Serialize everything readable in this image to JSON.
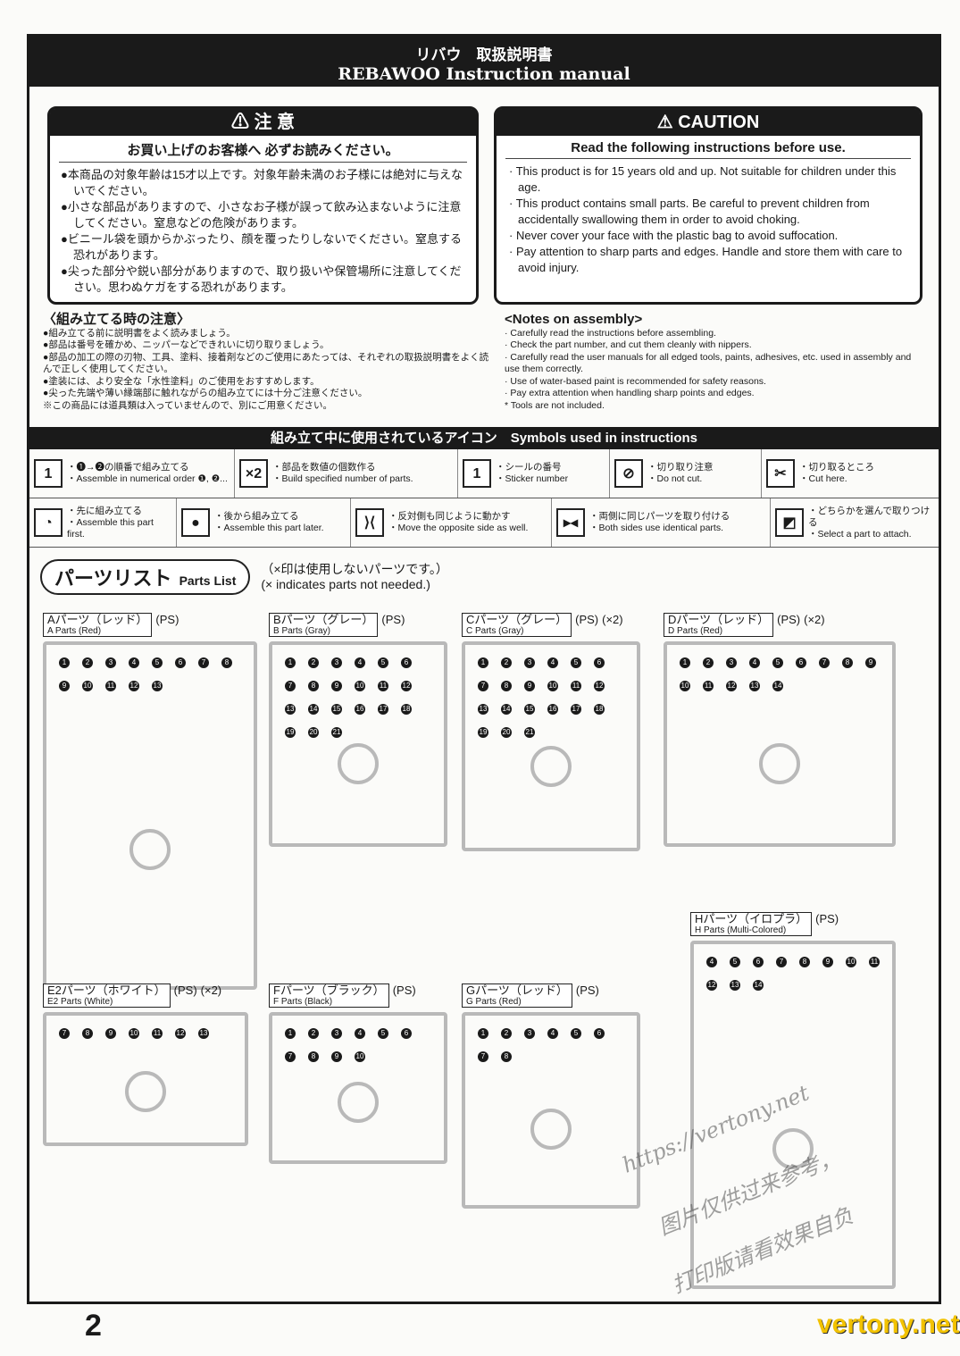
{
  "header": {
    "title_jp": "リバウ　取扱説明書",
    "title_en": "REBAWOO Instruction manual"
  },
  "caution_jp": {
    "title": "⚠ 注 意",
    "subtitle": "お買い上げのお客様へ 必ずお読みください。",
    "items": [
      "本商品の対象年齢は15才以上です。対象年齢未満のお子様には絶対に与えないでください。",
      "小さな部品がありますので、小さなお子様が誤って飲み込まないように注意してください。窒息などの危険があります。",
      "ビニール袋を頭からかぶったり、顔を覆ったりしないでください。窒息する恐れがあります。",
      "尖った部分や鋭い部分がありますので、取り扱いや保管場所に注意してください。思わぬケガをする恐れがあります。"
    ]
  },
  "caution_en": {
    "title": "⚠ CAUTION",
    "subtitle": "Read the following instructions before use.",
    "items": [
      "This product is for 15 years old and up. Not suitable for children under this age.",
      "This product contains small parts. Be careful to prevent children from accidentally swallowing them in order to avoid choking.",
      "Never cover your face with the plastic bag to avoid suffocation.",
      "Pay attention to sharp parts and edges. Handle and store them with care to avoid injury."
    ]
  },
  "notes_jp": {
    "title": "〈組み立てる時の注意〉",
    "items": [
      "●組み立てる前に説明書をよく読みましょう。",
      "●部品は番号を確かめ、ニッパーなどできれいに切り取りましょう。",
      "●部品の加工の際の刃物、工具、塗料、接着剤などのご使用にあたっては、それぞれの取扱説明書をよく読んで正しく使用してください。",
      "●塗装には、より安全な「水性塗料」のご使用をおすすめします。",
      "●尖った先端や薄い縁端部に触れながらの組み立てには十分ご注意ください。",
      "※この商品には道具類は入っていませんので、別にご用意ください。"
    ]
  },
  "notes_en": {
    "title": "<Notes on assembly>",
    "items": [
      "· Carefully read the instructions before assembling.",
      "· Check the part number, and cut them cleanly with nippers.",
      "· Carefully read the user manuals for all edged tools, paints, adhesives, etc. used in assembly and use them correctly.",
      "· Use of water-based paint is recommended for safety reasons.",
      "· Pay extra attention when handling sharp points and edges.",
      "* Tools are not included."
    ]
  },
  "symbols": {
    "title": "組み立て中に使用されているアイコン　Symbols used in instructions",
    "row1": [
      {
        "icon": "numbered-diamond-icon",
        "glyph": "1",
        "jp": "・❶→❷の順番で組み立てる",
        "en": "・Assemble in numerical order ❶, ❷..."
      },
      {
        "icon": "multiply-icon",
        "glyph": "×2",
        "jp": "・部品を数値の個数作る",
        "en": "・Build specified number of parts."
      },
      {
        "icon": "sticker-icon",
        "glyph": "1",
        "jp": "・シールの番号",
        "en": "・Sticker number"
      },
      {
        "icon": "do-not-cut-icon",
        "glyph": "⊘",
        "jp": "・切り取り注意",
        "en": "・Do not cut."
      },
      {
        "icon": "nipper-icon",
        "glyph": "✂",
        "jp": "・切り取るところ",
        "en": "・Cut here."
      }
    ],
    "row2": [
      {
        "icon": "assemble-first-icon",
        "glyph": "◔",
        "jp": "・先に組み立てる",
        "en": "・Assemble this part first."
      },
      {
        "icon": "assemble-later-icon",
        "glyph": "●",
        "jp": "・後から組み立てる",
        "en": "・Assemble this part later."
      },
      {
        "icon": "mirror-move-icon",
        "glyph": "⟩⟨",
        "jp": "・反対側も同じように動かす",
        "en": "・Move the opposite side as well."
      },
      {
        "icon": "both-sides-icon",
        "glyph": "▸◂",
        "jp": "・両側に同じパーツを取り付ける",
        "en": "・Both sides use identical parts."
      },
      {
        "icon": "select-part-icon",
        "glyph": "◩",
        "jp": "・どちらかを選んで取りつける",
        "en": "・Select a part to attach."
      }
    ]
  },
  "parts_list": {
    "title_jp": "パーツリスト",
    "title_en": "Parts List",
    "note_jp": "（×印は使用しないパーツです。）",
    "note_en": "(× indicates parts not needed.)",
    "sprues": [
      {
        "jp": "Aパーツ（レッド）",
        "en": "A Parts (Red)",
        "mat": "(PS)",
        "qty": "",
        "numbers": [
          "1",
          "2",
          "3",
          "4",
          "5",
          "6",
          "7",
          "8",
          "9",
          "10",
          "11",
          "12",
          "13"
        ]
      },
      {
        "jp": "Bパーツ（グレー）",
        "en": "B Parts (Gray)",
        "mat": "(PS)",
        "qty": "",
        "numbers": [
          "1",
          "2",
          "3",
          "4",
          "5",
          "6",
          "7",
          "8",
          "9",
          "10",
          "11",
          "12",
          "13",
          "14",
          "15",
          "16",
          "17",
          "18",
          "19",
          "20",
          "21"
        ]
      },
      {
        "jp": "Cパーツ（グレー）",
        "en": "C Parts (Gray)",
        "mat": "(PS)",
        "qty": "(×2)",
        "numbers": [
          "1",
          "2",
          "3",
          "4",
          "5",
          "6",
          "7",
          "8",
          "9",
          "10",
          "11",
          "12",
          "13",
          "14",
          "15",
          "16",
          "17",
          "18",
          "19",
          "20",
          "21"
        ]
      },
      {
        "jp": "Dパーツ（レッド）",
        "en": "D Parts (Red)",
        "mat": "(PS)",
        "qty": "(×2)",
        "numbers": [
          "1",
          "2",
          "3",
          "4",
          "5",
          "6",
          "7",
          "8",
          "9",
          "10",
          "11",
          "12",
          "13",
          "14"
        ]
      },
      {
        "jp": "E2パーツ（ホワイト）",
        "en": "E2 Parts (White)",
        "mat": "(PS)",
        "qty": "(×2)",
        "numbers": [
          "7",
          "8",
          "9",
          "10",
          "11",
          "12",
          "13"
        ]
      },
      {
        "jp": "Fパーツ（ブラック）",
        "en": "F Parts (Black)",
        "mat": "(PS)",
        "qty": "",
        "numbers": [
          "1",
          "2",
          "3",
          "4",
          "5",
          "6",
          "7",
          "8",
          "9",
          "10"
        ]
      },
      {
        "jp": "Gパーツ（レッド）",
        "en": "G Parts (Red)",
        "mat": "(PS)",
        "qty": "",
        "numbers": [
          "1",
          "2",
          "3",
          "4",
          "5",
          "6",
          "7",
          "8"
        ]
      },
      {
        "jp": "Hパーツ（イロプラ）",
        "en": "H Parts (Multi-Colored)",
        "mat": "(PS)",
        "qty": "",
        "numbers": [
          "4",
          "5",
          "6",
          "7",
          "8",
          "9",
          "10",
          "11",
          "12",
          "13",
          "14"
        ]
      }
    ]
  },
  "page_number": "2",
  "watermark": {
    "line1": "https://vertony.net",
    "line2": "图片仅供过来参考，",
    "line3": "打印版请看效果自负",
    "logo": "vertony.net"
  }
}
